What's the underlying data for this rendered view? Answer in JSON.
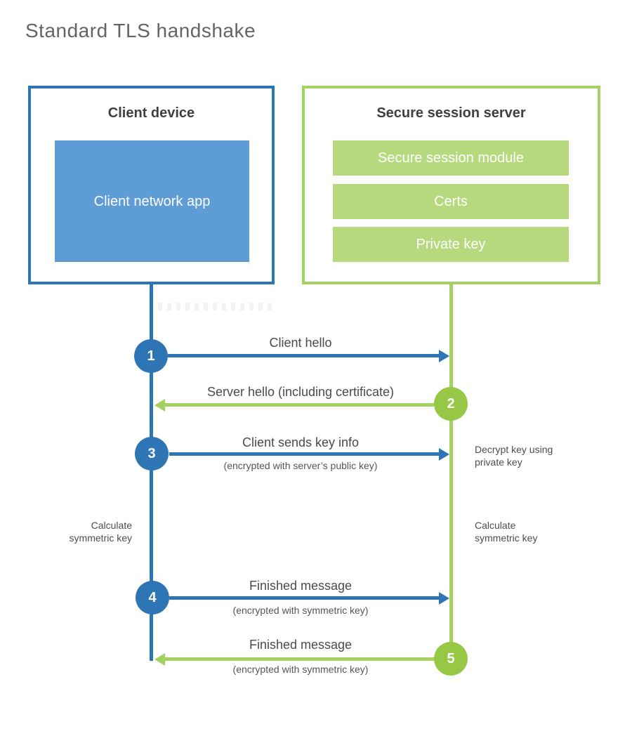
{
  "title": "Standard TLS handshake",
  "colors": {
    "blue": "#2e75b6",
    "blue_fill": "#5d9cd5",
    "green": "#a4d162",
    "green_circle": "#96c846",
    "green_fill": "#b5d97c"
  },
  "client": {
    "label": "Client device",
    "app_label": "Client network app"
  },
  "server": {
    "label": "Secure session server",
    "modules": [
      "Secure session module",
      "Certs",
      "Private key"
    ]
  },
  "steps": [
    {
      "num": "1",
      "label": "Client hello",
      "direction": "client-to-server"
    },
    {
      "num": "2",
      "label": "Server hello (including certificate)",
      "direction": "server-to-client"
    },
    {
      "num": "3",
      "label": "Client sends key info",
      "sub": "(encrypted with server’s public key)",
      "direction": "client-to-server"
    },
    {
      "num": "4",
      "label": "Finished message",
      "sub": "(encrypted with symmetric key)",
      "direction": "client-to-server"
    },
    {
      "num": "5",
      "label": "Finished message",
      "sub": "(encrypted with symmetric key)",
      "direction": "server-to-client"
    }
  ],
  "notes": {
    "decrypt": "Decrypt key using private key",
    "calc_left": "Calculate symmetric key",
    "calc_right": "Calculate symmetric key"
  }
}
